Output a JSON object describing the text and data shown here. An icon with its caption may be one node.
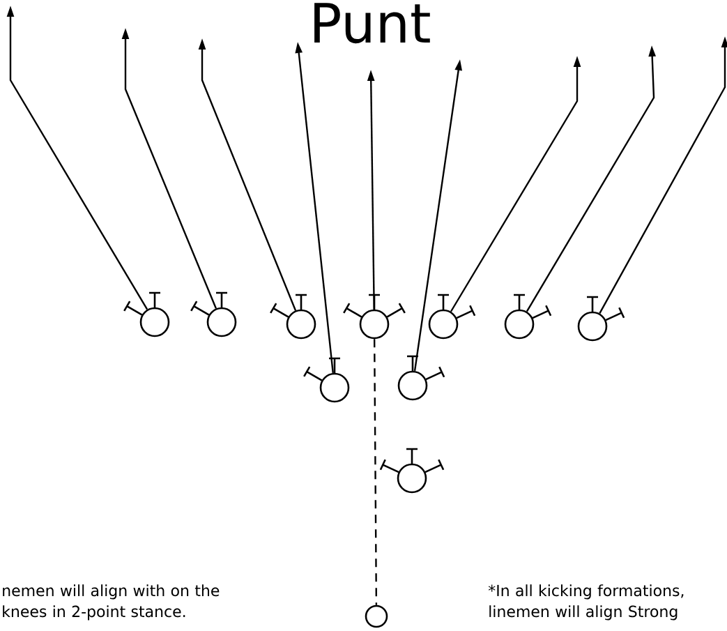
{
  "diagram": {
    "title": "Punt",
    "nodes": [
      {
        "text": [],
        "shape": "circle"
      },
      {
        "text": [],
        "shape": "circle"
      },
      {
        "text": [],
        "shape": "circle"
      },
      {
        "text": [],
        "shape": "circle"
      },
      {
        "text": [],
        "shape": "circle"
      },
      {
        "text": [],
        "shape": "circle"
      },
      {
        "text": [],
        "shape": "circle"
      },
      {
        "text": [],
        "shape": "circle"
      },
      {
        "text": [],
        "shape": "circle"
      },
      {
        "text": [],
        "shape": "circle"
      },
      {
        "text": [],
        "shape": "circle"
      }
    ],
    "edges": [
      {
        "from": 0,
        "to": null,
        "arrow": "to"
      },
      {
        "from": 1,
        "to": null,
        "arrow": "to"
      },
      {
        "from": 2,
        "to": null,
        "arrow": "to"
      },
      {
        "from": 7,
        "to": null,
        "arrow": "to"
      },
      {
        "from": 3,
        "to": null,
        "arrow": "to"
      },
      {
        "from": 8,
        "to": null,
        "arrow": "to"
      },
      {
        "from": 4,
        "to": null,
        "arrow": "to"
      },
      {
        "from": 5,
        "to": null,
        "arrow": "to"
      },
      {
        "from": 6,
        "to": null,
        "arrow": "to"
      },
      {
        "from": 3,
        "to": 10,
        "arrow": "none",
        "style": "dashed"
      }
    ],
    "labels": [
      "nemen will align with on the knees in 2-point stance.",
      "*In all kicking formations, linemen will align Strong"
    ]
  }
}
